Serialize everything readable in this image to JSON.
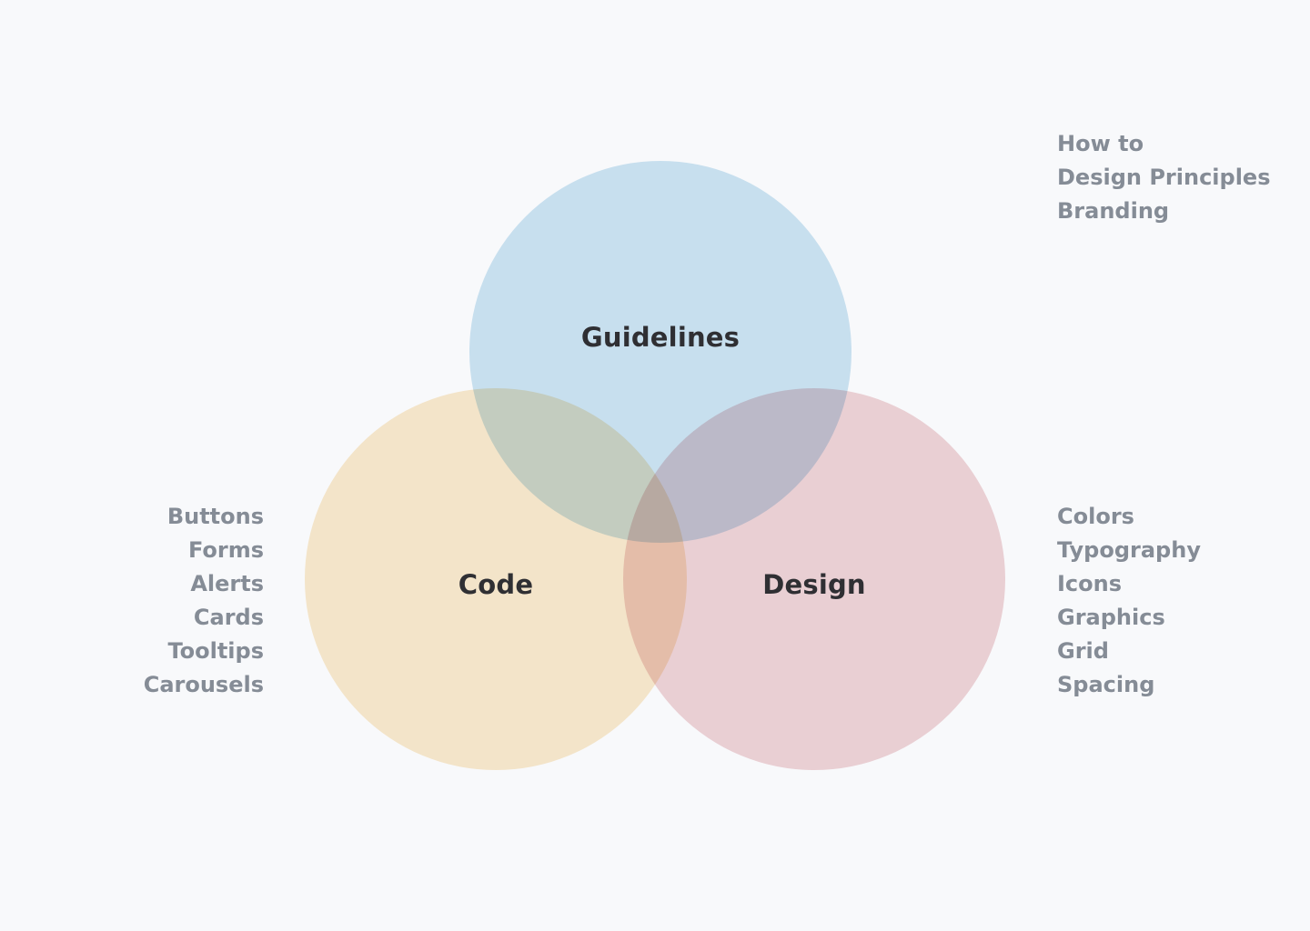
{
  "circles": {
    "guidelines": {
      "label": "Guidelines",
      "color": "#a3cfe8"
    },
    "code": {
      "label": "Code",
      "color": "#f6d9a3"
    },
    "design": {
      "label": "Design",
      "color": "#e3b0b6"
    }
  },
  "lists": {
    "guidelines": [
      "How to",
      "Design Principles",
      "Branding"
    ],
    "code": [
      "Buttons",
      "Forms",
      "Alerts",
      "Cards",
      "Tooltips",
      "Carousels"
    ],
    "design": [
      "Colors",
      "Typography",
      "Icons",
      "Graphics",
      "Grid",
      "Spacing"
    ]
  },
  "colors": {
    "background": "#f8f9fb",
    "label_text": "#2f2f33",
    "list_text": "#858c96"
  }
}
